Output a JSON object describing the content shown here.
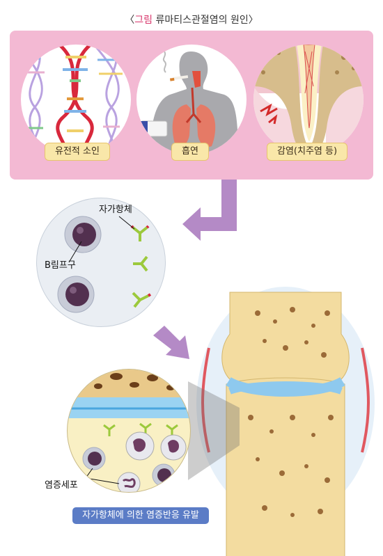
{
  "title": {
    "bracket_open": "〈",
    "accent": "그림",
    "rest": " 류마티스관절염의 원인",
    "bracket_close": "〉",
    "accent_color": "#d8356b"
  },
  "causes": [
    {
      "label": "유전적 소인",
      "icon": "dna-icon"
    },
    {
      "label": "흡연",
      "icon": "smoking-lungs-icon"
    },
    {
      "label": "감염(치주염 등)",
      "icon": "tooth-infection-icon"
    }
  ],
  "cells": {
    "antibody_label": "자가항체",
    "bcell_label": "B림프구"
  },
  "joint": {
    "inflam_cell_label": "염증세포",
    "caption": "자가항체에 의한 염증반응 유발"
  },
  "colors": {
    "panel": "#f3b9d3",
    "arrow": "#b48ac6",
    "caption_bg": "#5b7cc6",
    "bone": "#f7e6a8",
    "cartilage": "#8ec9ee"
  }
}
